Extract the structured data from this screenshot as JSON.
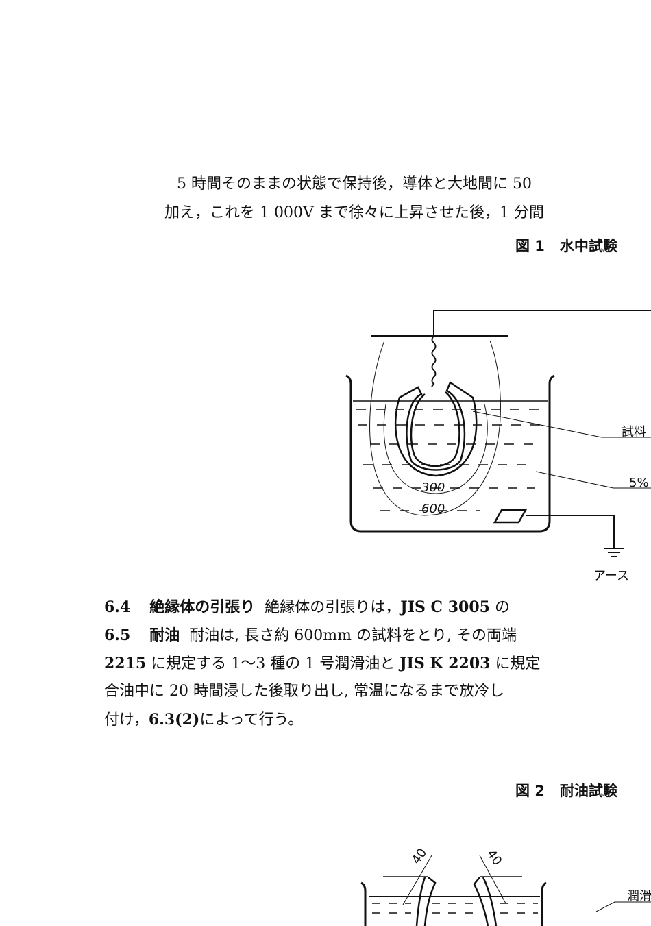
{
  "paragraph_top": {
    "line1": "5 時間そのままの状態で保持後，導体と大地間に 50",
    "line2": "加え，これを 1 000V まで徐々に上昇させた後，1 分間"
  },
  "figure1": {
    "caption_num": "図 1",
    "caption_title": "水中試験",
    "label_sample": "試料",
    "label_solution": "5%",
    "label_earth": "アース",
    "dim_inner": "300",
    "dim_outer": "600"
  },
  "section_6_4": {
    "number": "6.4",
    "title": "絶縁体の引張り",
    "text_a": "絶縁体の引張りは，",
    "ref": "JIS C 3005",
    "text_b": " の"
  },
  "section_6_5": {
    "number": "6.5",
    "title": "耐油",
    "line1_a": "耐油は, 長さ約 600mm の試料をとり, その両端",
    "line2_ref1": "2215",
    "line2_a": " に規定する 1〜3 種の 1 号潤滑油と ",
    "line2_ref2": "JIS K 2203",
    "line2_b": " に規定",
    "line3": "合油中に 20 時間浸した後取り出し, 常温になるまで放冷し",
    "line4_a": "付け，",
    "line4_ref": "6.3(2)",
    "line4_b": "によって行う。"
  },
  "figure2": {
    "caption_num": "図 2",
    "caption_title": "耐油試験",
    "dim_left": "40",
    "dim_right": "40",
    "label_oil": "潤滑"
  }
}
